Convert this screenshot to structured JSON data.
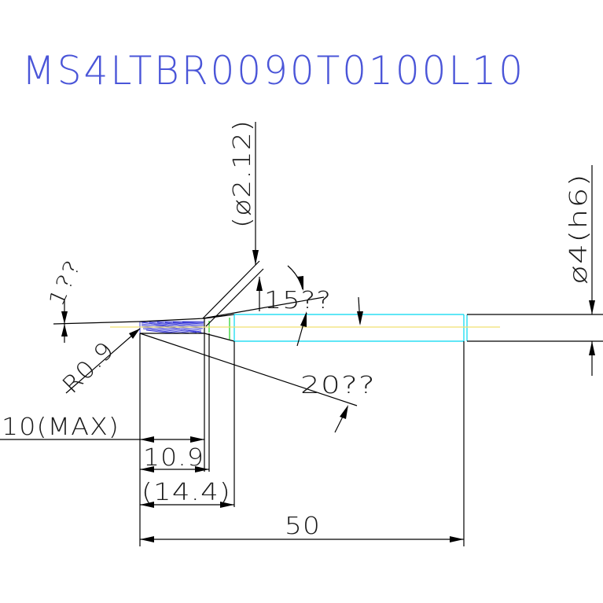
{
  "title": "MS4LTBR0090T0100L10",
  "colors": {
    "title": "#4a55d8",
    "outline": "#000000",
    "shank": "#00d8f0",
    "neck": "#20d020",
    "center_axis": "#f0e070",
    "hatch": "#3b3bd6"
  },
  "dimensions": {
    "neck_diameter": "(ø2.12)",
    "shank_diameter": "ø4(h6)",
    "angle_small": "1??",
    "angle_15": "15??",
    "angle_20": "20??",
    "radius": "R0.9",
    "max_length": "10(MAX)",
    "length_10_9": "10.9",
    "length_14_4": "(14.4)",
    "length_50": "50"
  }
}
